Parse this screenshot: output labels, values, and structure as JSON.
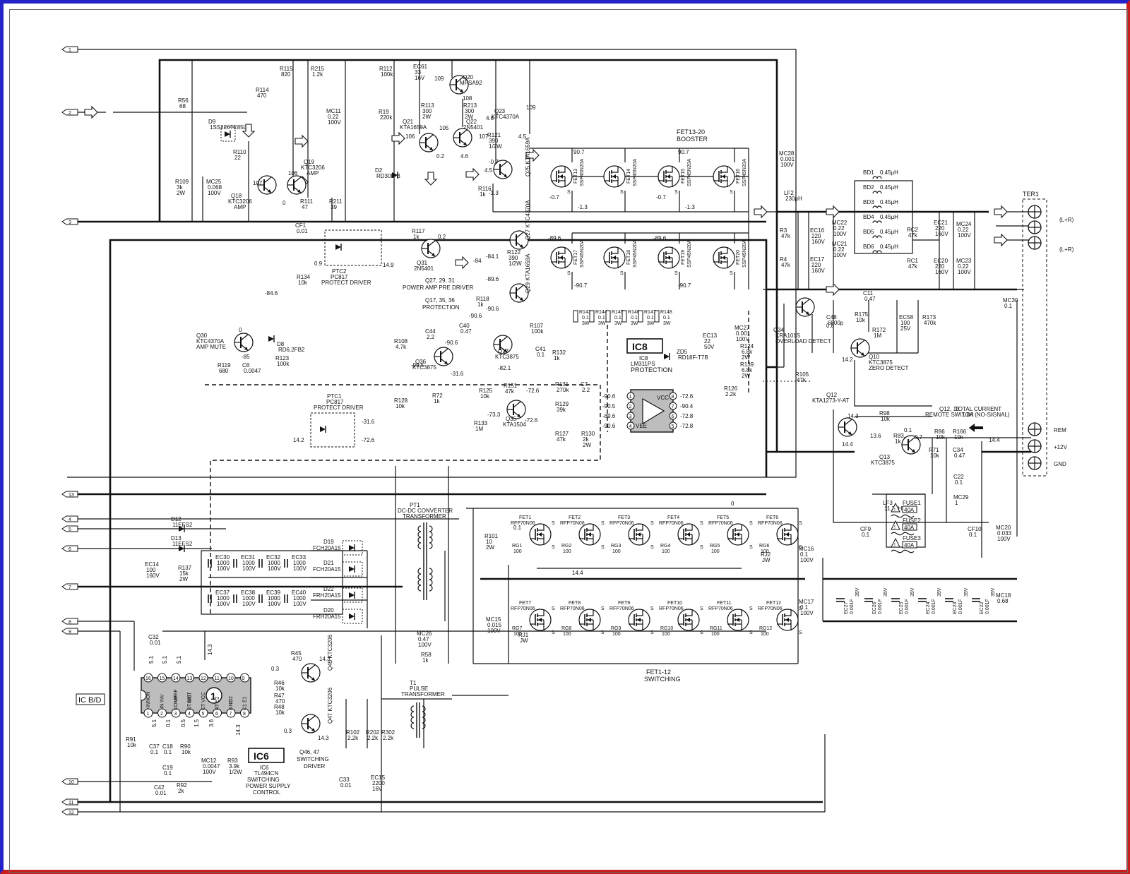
{
  "connectors": [
    "1",
    "2",
    "3",
    "13",
    "4",
    "5",
    "6",
    "7",
    "8",
    "9",
    "10",
    "11",
    "12"
  ],
  "terminal": {
    "label": "TER1",
    "out": [
      "(L+R)",
      "(L+R)"
    ],
    "inputs": [
      "REM",
      "+12V",
      "GND"
    ]
  },
  "board_label": "IC B/D",
  "icons": [
    "arrow-icon",
    "transistor-icon",
    "mosfet-icon",
    "resistor-icon",
    "capacitor-icon",
    "diode-icon",
    "optocoupler-icon",
    "fuse-icon",
    "warning-icon",
    "inductor-icon",
    "transformer-icon"
  ],
  "colors": {
    "frame_top_left": "#2323c8",
    "frame_bottom_right": "#c81e1e",
    "ic_fill": "#bdbdbd"
  },
  "blocks": {
    "booster": {
      "title": "FET13-20",
      "subtitle": "BOOSTER"
    },
    "pre_driver": {
      "title": "Q27, 29, 31",
      "subtitle": "POWER AMP PRE DRIVER"
    },
    "protection": {
      "title": "Q17, 35, 36",
      "subtitle": "PROTECTION"
    },
    "ptc2": {
      "name": "PTC2",
      "part": "PC817",
      "desc": "PROTECT DRIVER"
    },
    "ptc1": {
      "name": "PTC1",
      "part": "PC817",
      "desc": "PROTECT DRIVER"
    },
    "ic8": {
      "badge": "IC8",
      "name": "IC8",
      "part": "LM311PS",
      "desc": "PROTECTION",
      "vcc": "VCC",
      "vee": "VEE"
    },
    "ic6": {
      "badge": "IC6",
      "name": "IC6",
      "part": "TL494CN",
      "desc1": "SWITCHING",
      "desc2": "POWER SUPPLY",
      "desc3": "CONTROL",
      "num": "1",
      "pins_top": [
        "NON",
        "INV",
        "VREF",
        "OUT",
        "VCC",
        "E2",
        "C2",
        "E1"
      ],
      "pins_bottom": [
        "+IN",
        "-IN",
        "COMP",
        "DTIME",
        "CT",
        "RT",
        "GND",
        "C1"
      ]
    },
    "switching": {
      "title": "FET1-12",
      "subtitle": "SWITCHING"
    },
    "switching_driver": {
      "title": "Q46, 47",
      "subtitle": "SWITCHING",
      "sub2": "DRIVER"
    },
    "pt1": {
      "name": "PT1",
      "desc1": "DC-DC CONVERTER",
      "desc2": "TRANSFORMER"
    },
    "t1": {
      "name": "T1",
      "desc1": "PULSE",
      "desc2": "TRANSFORMER"
    },
    "q34": {
      "name": "Q34",
      "part": "KRA101S",
      "desc": "OVERLOAD DETECT"
    },
    "q10": {
      "name": "Q10",
      "part": "KTC3875",
      "desc": "ZERO DETECT"
    },
    "q30": {
      "name": "Q30",
      "part": "KTC4370A",
      "desc": "AMP MUTE"
    },
    "remote": {
      "q": "Q12, 13",
      "desc": "REMOTE SWITCH",
      "total": "TOTAL CURRENT",
      "current": "1.8A (NO-SIGNAL)"
    },
    "q12": {
      "name": "Q12",
      "part": "KTA1273-Y-AT"
    },
    "q13": {
      "name": "Q13",
      "part": "KTC3875"
    }
  },
  "transistors": [
    {
      "name": "Q18",
      "part": "KTC3206",
      "role": "AMP"
    },
    {
      "name": "Q19",
      "part": "KTC3206",
      "role": "AMP"
    },
    {
      "name": "Q20",
      "part": "MPSA92"
    },
    {
      "name": "Q21",
      "part": "KTA1659A"
    },
    {
      "name": "Q22",
      "part": "2N5401"
    },
    {
      "name": "Q23",
      "part": "KTC4370A"
    },
    {
      "name": "Q25",
      "part": "KTA1659A"
    },
    {
      "name": "Q27",
      "part": "KTC4370A"
    },
    {
      "name": "Q29",
      "part": "KTA1659A"
    },
    {
      "name": "Q31",
      "part": "2N5401"
    },
    {
      "name": "Q17",
      "part": "KTC3875"
    },
    {
      "name": "Q36",
      "part": "KTC3875"
    },
    {
      "name": "Q35",
      "part": "KTA1504"
    },
    {
      "name": "Q45",
      "part": "KTC3206"
    },
    {
      "name": "Q47",
      "part": "KTC3206"
    }
  ],
  "booster_fets": [
    {
      "name": "FET13",
      "part": "SSP45N20A"
    },
    {
      "name": "FET14",
      "part": "SSP45N20A"
    },
    {
      "name": "FET15",
      "part": "SSP45N20A"
    },
    {
      "name": "FET16",
      "part": "SSP45N20A"
    },
    {
      "name": "FET17",
      "part": "SSP45N20A"
    },
    {
      "name": "FET18",
      "part": "SSP45N20A"
    },
    {
      "name": "FET19",
      "part": "SSP45N20A"
    },
    {
      "name": "FET20",
      "part": "SSP45N20A"
    }
  ],
  "switch_fets": [
    {
      "name": "FET1",
      "part": "RFP70N06"
    },
    {
      "name": "FET2",
      "part": "RFP70N06"
    },
    {
      "name": "FET3",
      "part": "RFP70N06"
    },
    {
      "name": "FET4",
      "part": "RFP70N06"
    },
    {
      "name": "FET5",
      "part": "RFP70N06"
    },
    {
      "name": "FET6",
      "part": "RFP70N06"
    },
    {
      "name": "FET7",
      "part": "RFP70N06"
    },
    {
      "name": "FET8",
      "part": "RFP70N06"
    },
    {
      "name": "FET9",
      "part": "RFP70N06"
    },
    {
      "name": "FET10",
      "part": "RFP70N06"
    },
    {
      "name": "FET11",
      "part": "RFP70N06"
    },
    {
      "name": "FET12",
      "part": "RFP70N06"
    }
  ],
  "gate_resistors_top": [
    {
      "name": "RG1",
      "value": "100"
    },
    {
      "name": "RG2",
      "value": "100"
    },
    {
      "name": "RG3",
      "value": "100"
    },
    {
      "name": "RG4",
      "value": "100"
    },
    {
      "name": "RG5",
      "value": "100"
    },
    {
      "name": "RG6",
      "value": "100"
    }
  ],
  "gate_resistors_bottom": [
    {
      "name": "RG7",
      "value": "100"
    },
    {
      "name": "RG8",
      "value": "100"
    },
    {
      "name": "RG9",
      "value": "100"
    },
    {
      "name": "RG10",
      "value": "100"
    },
    {
      "name": "RG11",
      "value": "100"
    },
    {
      "name": "RG12",
      "value": "100"
    }
  ],
  "ferrite_beads": [
    {
      "name": "BD1",
      "value": "0.45μH"
    },
    {
      "name": "BD2",
      "value": "0.45μH"
    },
    {
      "name": "BD3",
      "value": "0.45μH"
    },
    {
      "name": "BD4",
      "value": "0.45μH"
    },
    {
      "name": "BD5",
      "value": "0.45μH"
    },
    {
      "name": "BD6",
      "value": "0.45μH"
    }
  ],
  "fuses": [
    {
      "name": "FUSE1",
      "value": "40A"
    },
    {
      "name": "FUSE2",
      "value": "40A"
    },
    {
      "name": "FUSE3",
      "value": "40A"
    }
  ],
  "input_caps": [
    {
      "name": "EC27",
      "value": "0.001F",
      "v": "35V"
    },
    {
      "name": "EC26",
      "value": "0.001F",
      "v": "35V"
    },
    {
      "name": "EC25",
      "value": "0.001F",
      "v": "35V"
    },
    {
      "name": "EC24",
      "value": "0.001F",
      "v": "35V"
    },
    {
      "name": "EC23",
      "value": "0.001F",
      "v": "35V"
    },
    {
      "name": "EC22",
      "value": "0.001F",
      "v": "35V"
    }
  ],
  "rail_caps_top": [
    {
      "name": "EC30",
      "value": "1000",
      "v": "100V"
    },
    {
      "name": "EC31",
      "value": "1000",
      "v": "100V"
    },
    {
      "name": "EC32",
      "value": "1000",
      "v": "100V"
    },
    {
      "name": "EC33",
      "value": "1000",
      "v": "100V"
    }
  ],
  "rail_caps_bottom": [
    {
      "name": "EC37",
      "value": "1000",
      "v": "100V"
    },
    {
      "name": "EC38",
      "value": "1000",
      "v": "100V"
    },
    {
      "name": "EC39",
      "value": "1000",
      "v": "100V"
    },
    {
      "name": "EC40",
      "value": "1000",
      "v": "100V"
    }
  ],
  "rectifiers": [
    {
      "name": "D19",
      "part": "FCH20A15"
    },
    {
      "name": "D21",
      "part": "FCH20A15"
    },
    {
      "name": "D22",
      "part": "FRH20A15"
    },
    {
      "name": "D20",
      "part": "FRH20A15"
    }
  ],
  "emitter_resistors": [
    {
      "name": "R143",
      "value": "0.1",
      "w": "3W"
    },
    {
      "name": "R144",
      "value": "0.1",
      "w": "3W"
    },
    {
      "name": "R145",
      "value": "0.1",
      "w": "3W"
    },
    {
      "name": "R146",
      "value": "0.1",
      "w": "3W"
    },
    {
      "name": "R147",
      "value": "0.1",
      "w": "3W"
    },
    {
      "name": "R148",
      "value": "0.1",
      "w": "3W"
    }
  ],
  "parts": [
    {
      "name": "R56",
      "value": "68"
    },
    {
      "name": "D9",
      "value": "1SS226TE85L"
    },
    {
      "name": "R114",
      "value": "470"
    },
    {
      "name": "R115",
      "value": "820"
    },
    {
      "name": "R215",
      "value": "1.2k"
    },
    {
      "name": "R110",
      "value": "22"
    },
    {
      "name": "R109",
      "value": "3k 2W"
    },
    {
      "name": "MC25",
      "value": "0.068 100V"
    },
    {
      "name": "R111",
      "value": "47"
    },
    {
      "name": "R211",
      "value": "39"
    },
    {
      "name": "MC11",
      "value": "0.22 100V"
    },
    {
      "name": "R112",
      "value": "100k"
    },
    {
      "name": "EC61",
      "value": "33 16V"
    },
    {
      "name": "R19",
      "value": "220k"
    },
    {
      "name": "D2",
      "value": "RD30E-B"
    },
    {
      "name": "R113",
      "value": "300 2W"
    },
    {
      "name": "R213",
      "value": "300 2W"
    },
    {
      "name": "R121",
      "value": "390 1/2W"
    },
    {
      "name": "R116",
      "value": "1k"
    },
    {
      "name": "MC28",
      "value": "0.001 100V"
    },
    {
      "name": "LF2",
      "value": "230μH"
    },
    {
      "name": "R3",
      "value": "47k"
    },
    {
      "name": "R4",
      "value": "47k"
    },
    {
      "name": "EC16",
      "value": "220 160V"
    },
    {
      "name": "EC17",
      "value": "220 160V"
    },
    {
      "name": "MC22",
      "value": "0.22 100V"
    },
    {
      "name": "MC21",
      "value": "0.22 100V"
    },
    {
      "name": "RC2",
      "value": "47k"
    },
    {
      "name": "RC1",
      "value": "47k"
    },
    {
      "name": "EC21",
      "value": "220 160V"
    },
    {
      "name": "EC20",
      "value": "220 160V"
    },
    {
      "name": "MC24",
      "value": "0.22 100V"
    },
    {
      "name": "MC23",
      "value": "0.22 100V"
    },
    {
      "name": "MC30",
      "value": "0.1"
    },
    {
      "name": "CF1",
      "value": "0.01"
    },
    {
      "name": "R117",
      "value": "1k"
    },
    {
      "name": "R122",
      "value": "390 1/2W"
    },
    {
      "name": "R134",
      "value": "10k"
    },
    {
      "name": "D8",
      "value": "RD6.2FB2"
    },
    {
      "name": "R123",
      "value": "100k"
    },
    {
      "name": "R119",
      "value": "680"
    },
    {
      "name": "C8",
      "value": "0.0047"
    },
    {
      "name": "R118",
      "value": "1k"
    },
    {
      "name": "C44",
      "value": "2.2"
    },
    {
      "name": "R108",
      "value": "4.7k"
    },
    {
      "name": "C40",
      "value": "0.47"
    },
    {
      "name": "R107",
      "value": "100k"
    },
    {
      "name": "C41",
      "value": "0.1"
    },
    {
      "name": "R132",
      "value": "1k"
    },
    {
      "name": "C11",
      "value": "0.47"
    },
    {
      "name": "C48",
      "value": "6800p"
    },
    {
      "name": "R175",
      "value": "10k"
    },
    {
      "name": "R172",
      "value": "1M"
    },
    {
      "name": "EC58",
      "value": "100 25V"
    },
    {
      "name": "R173",
      "value": "470k"
    },
    {
      "name": "MC27",
      "value": "0.001 100V"
    },
    {
      "name": "EC13",
      "value": "22 50V"
    },
    {
      "name": "ZD5",
      "value": "RD18F-T7B"
    },
    {
      "name": "R124",
      "value": "6.8k 2W"
    },
    {
      "name": "R139",
      "value": "6.8k 2W"
    },
    {
      "name": "R105",
      "value": "47k"
    },
    {
      "name": "R126",
      "value": "2.2k"
    },
    {
      "name": "R128",
      "value": "10k"
    },
    {
      "name": "R72",
      "value": "1k"
    },
    {
      "name": "R125",
      "value": "10k"
    },
    {
      "name": "R151",
      "value": "47k"
    },
    {
      "name": "R131",
      "value": "270k"
    },
    {
      "name": "C7",
      "value": "2.2"
    },
    {
      "name": "R129",
      "value": "39k"
    },
    {
      "name": "R127",
      "value": "47k"
    },
    {
      "name": "R130",
      "value": "2k 2W"
    },
    {
      "name": "R133",
      "value": "1M"
    },
    {
      "name": "R98",
      "value": "10k"
    },
    {
      "name": "R83",
      "value": "1k"
    },
    {
      "name": "R86",
      "value": "10k"
    },
    {
      "name": "R166",
      "value": "10k"
    },
    {
      "name": "R71",
      "value": "10k"
    },
    {
      "name": "C34",
      "value": "0.47"
    },
    {
      "name": "C22",
      "value": "0.1"
    },
    {
      "name": "MC29",
      "value": "1"
    },
    {
      "name": "LF3",
      "value": "11.3μH"
    },
    {
      "name": "CF9",
      "value": "0.1"
    },
    {
      "name": "CF10",
      "value": "0.1"
    },
    {
      "name": "MC20",
      "value": "0.033 100V"
    },
    {
      "name": "MC18",
      "value": "0.68"
    },
    {
      "name": "D12",
      "value": "11EFS2"
    },
    {
      "name": "D13",
      "value": "11EFS2"
    },
    {
      "name": "EC14",
      "value": "100 160V"
    },
    {
      "name": "R137",
      "value": "15k 2W"
    },
    {
      "name": "R101",
      "value": "10 2W"
    },
    {
      "name": "MC16",
      "value": "0.1 100V"
    },
    {
      "name": "MC17",
      "value": "0.1 100V"
    },
    {
      "name": "MC26",
      "value": "0.47 100V"
    },
    {
      "name": "R58",
      "value": "1k"
    },
    {
      "name": "MC15",
      "value": "0.015 100V"
    },
    {
      "name": "RJ1",
      "value": "JW"
    },
    {
      "name": "RJ2",
      "value": "JW"
    },
    {
      "name": "C32",
      "value": "0.01"
    },
    {
      "name": "R45",
      "value": "470"
    },
    {
      "name": "R46",
      "value": "10k"
    },
    {
      "name": "R47",
      "value": "470"
    },
    {
      "name": "R48",
      "value": "10k"
    },
    {
      "name": "R91",
      "value": "10k"
    },
    {
      "name": "C37",
      "value": "0.1"
    },
    {
      "name": "C18",
      "value": "0.1"
    },
    {
      "name": "R90",
      "value": "10k"
    },
    {
      "name": "C19",
      "value": "0.1"
    },
    {
      "name": "C42",
      "value": "0.01"
    },
    {
      "name": "R92",
      "value": "2k"
    },
    {
      "name": "MC12",
      "value": "0.0047 100V"
    },
    {
      "name": "R93",
      "value": "3.9k 1/2W"
    },
    {
      "name": "R102",
      "value": "2.2k"
    },
    {
      "name": "R202",
      "value": "2.2k"
    },
    {
      "name": "R302",
      "value": "2.2k"
    },
    {
      "name": "C33",
      "value": "0.01"
    },
    {
      "name": "EC15",
      "value": "2200 16V"
    }
  ],
  "voltages": {
    "q18_b": "107",
    "q19_b": "106",
    "q19_e": "0",
    "q20_b": "109",
    "q20_e": "108",
    "q21_e": "105",
    "q21_b": "106",
    "q22_e": "107",
    "q21_c": "0.2",
    "q22_c": "4.6",
    "q23_c": "109",
    "q23_b": "4.6",
    "q23_e": "4.5",
    "q25_b1": "-0.7",
    "q25_b2": "4.5",
    "q25_e": "-1.3",
    "booster_d1": "90.7",
    "booster_d2": "90.7",
    "booster_g1": "-0.7",
    "booster_g2": "-0.7",
    "booster_s1": "-1.3",
    "booster_s2": "-1.3",
    "lower_g1": "-89.6",
    "lower_g2": "-89.6",
    "lower_d1": "-90.7",
    "lower_d2": "-90.7",
    "q27_b": "-84.1",
    "q27_e": "-89.6",
    "q29_b": "-90.6",
    "q31_e": "0.2",
    "q31_c": "-84",
    "ptc2_a": "0.9",
    "ptc2_b": "14.9",
    "q30_c": "-84.6",
    "q30_b": "0",
    "q30_e": "-85",
    "q17_c": "-90.6",
    "q17_b": "-82.1",
    "q36_b": "-90.5",
    "q36_c": "-90.6",
    "q36_e": "-31.6",
    "q35_c": "-72.6",
    "q35_b": "-73.3",
    "q35_e": "-72.6",
    "ic8_p1": "-90.6",
    "ic8_p2": "-90.5",
    "ic8_p3": "-89.6",
    "ic8_p4": "-90.6",
    "ic8_p8": "-72.6",
    "ic8_p7": "-90.4",
    "ic8_p6": "-72.8",
    "ic8_p5": "-72.8",
    "ptc1_a": "-31.6",
    "ptc1_b": "-72.6",
    "ptc1_c": "14.2",
    "q34_e": "0.8",
    "q10_c": "14.2",
    "q12_b": "14.3",
    "q12_c": "14.4",
    "q12_e": "13.6",
    "q13_b": "0.1",
    "q13_c": "0.7",
    "rem_line": "14.4",
    "fet_g": "0.1",
    "fet_d": "0",
    "rail_14": "14.4",
    "ic6_v1": "5.1",
    "ic6_v2": "5.1",
    "ic6_v3": "5.1",
    "ic6_v4": "14.3",
    "q45_c": "14.3",
    "q45_b": "0.3",
    "q47_b": "0.3",
    "q47_c": "14.3",
    "ic6_b1": "5.1",
    "ic6_b2": "0.1",
    "ic6_b3": "0.5",
    "ic6_b4": "1.5",
    "ic6_b5": "3.6",
    "ic6_b6": "14.3"
  }
}
